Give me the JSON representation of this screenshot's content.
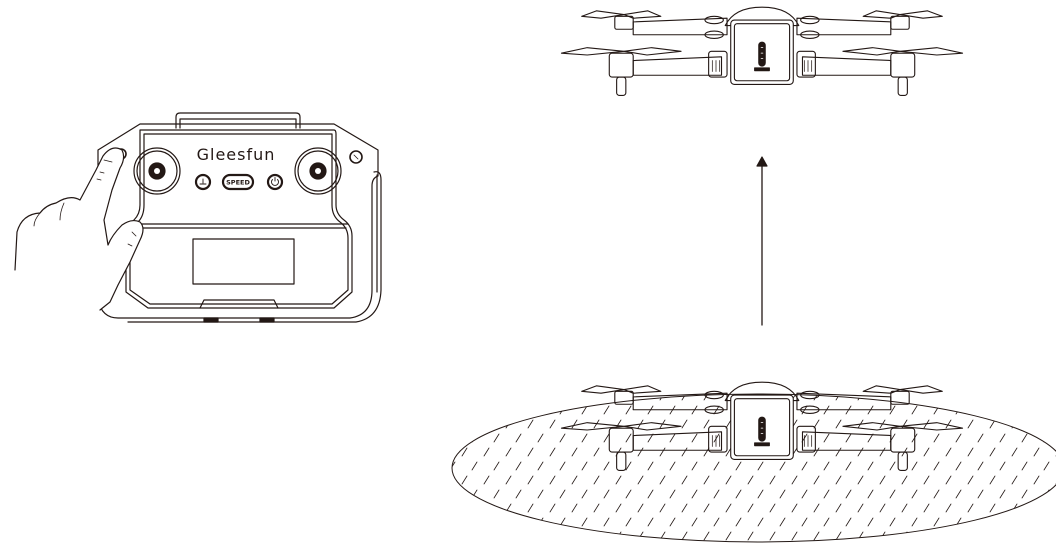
{
  "figure": {
    "description": "Instructional illustration: press button on remote controller to make drone take off / land",
    "colors": {
      "line": "#231815",
      "background": "#ffffff"
    }
  },
  "controller": {
    "brand_label": "Gleesfun",
    "buttons": [
      {
        "id": "takeoff-land",
        "icon": "takeoff-landing-icon"
      },
      {
        "id": "speed",
        "label": "SPEED"
      },
      {
        "id": "power",
        "icon": "power-icon"
      }
    ],
    "pressed_button": "left-shoulder-button",
    "icons": [
      "left-joystick-icon",
      "right-joystick-icon",
      "hand-icon",
      "lcd-screen"
    ]
  },
  "drone_top": {
    "state": "hovering",
    "icon": "drone-icon"
  },
  "arrow": {
    "direction": "up",
    "icon": "arrow-up-icon"
  },
  "drone_bottom": {
    "state": "on-ground",
    "icon": "drone-icon",
    "shadow": "ground-ellipse"
  }
}
